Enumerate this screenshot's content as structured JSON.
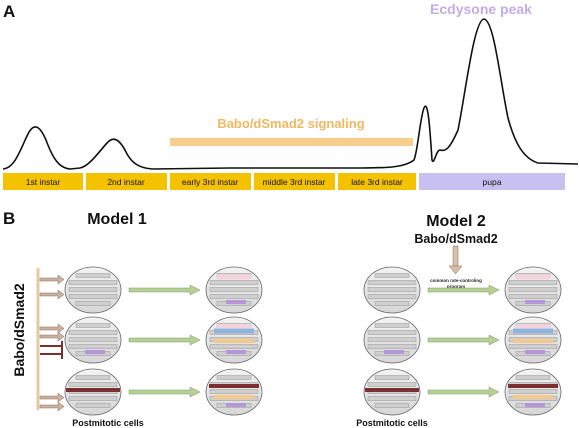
{
  "panel_a": {
    "letter": "A",
    "signal_label": "Babo/dSmad2 signaling",
    "peak_label": "Ecdysone peak",
    "stages": [
      {
        "label": "1st instar",
        "color": "#f5c200"
      },
      {
        "label": "2nd instar",
        "color": "#f5c200"
      },
      {
        "label": "early 3rd instar",
        "color": "#f5c200"
      },
      {
        "label": "middle 3rd instar",
        "color": "#f5c200"
      },
      {
        "label": "late 3rd instar",
        "color": "#f5c200"
      },
      {
        "label": "pupa",
        "color": "#c8c0f0"
      }
    ],
    "colors": {
      "stage_bar": "#f5c200",
      "pupa_bar": "#c8c0f0",
      "signal_bar": "#f7ce8c",
      "curve": "#111111"
    }
  },
  "panel_b": {
    "letter": "B",
    "model1": {
      "title": "Model 1",
      "side_label": "Babo/dSmad2",
      "caption": "Postmitotic cells"
    },
    "model2": {
      "title": "Model 2",
      "subtitle": "Babo/dSmad2",
      "program_label_line1": "common rate-controling",
      "program_label_line2": "program",
      "caption": "Postmitotic cells"
    },
    "colors": {
      "cell_fill": "#e4e4e4",
      "bar_fill": "#cfcfcf",
      "arrow_fill": "#b8d098",
      "pink": "#f4d3dc",
      "blue": "#8fb3dc",
      "orange": "#f3c98c",
      "purple": "#b596d8",
      "dark_red": "#7a3030",
      "tan": "#d8b898"
    }
  }
}
